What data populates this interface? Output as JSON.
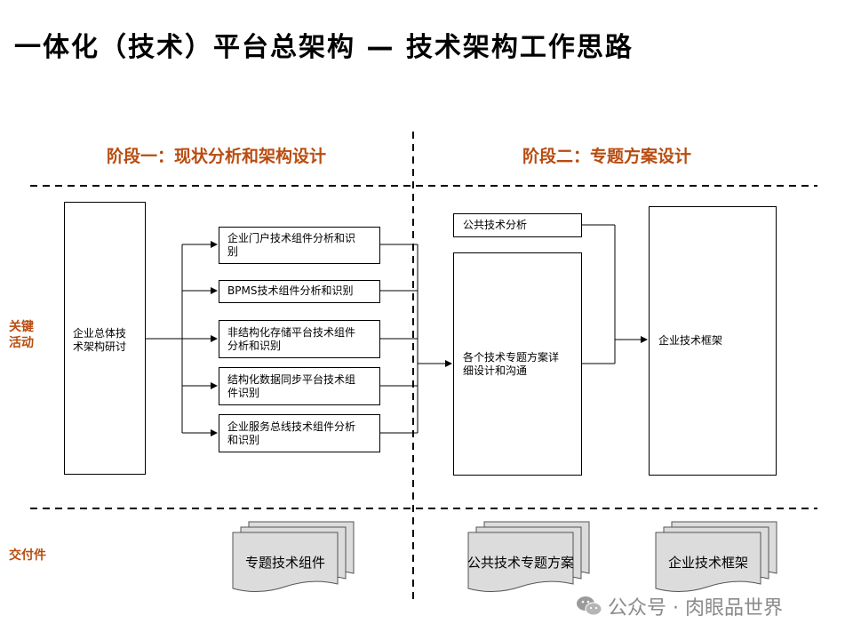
{
  "title": "一体化（技术）平台总架构 — 技术架构工作思路",
  "phases": {
    "phase1": "阶段一：现状分析和架构设计",
    "phase2": "阶段二：专题方案设计"
  },
  "row_labels": {
    "key_activities": [
      "关键",
      "活动"
    ],
    "deliverables": "交付件"
  },
  "boxes": {
    "enterprise_research": [
      "企业总体技",
      "术架构研讨"
    ],
    "portal": [
      "企业门户技术组件分析和识",
      "别"
    ],
    "bpms": [
      "BPMS技术组件分析和识别"
    ],
    "unstructured": [
      "非结构化存储平台技术组件",
      "分析和识别"
    ],
    "structured": [
      "结构化数据同步平台技术组",
      "件识别"
    ],
    "esb": [
      "企业服务总线技术组件分析",
      "和识别"
    ],
    "public_analysis": [
      "公共技术分析"
    ],
    "topic_design": [
      "各个技术专题方案详",
      "细设计和沟通"
    ],
    "framework": [
      "企业技术框架"
    ]
  },
  "deliverables": {
    "d1": "专题技术组件",
    "d2": "公共技术专题方案",
    "d3": "企业技术框架"
  },
  "watermark": "公众号 · 肉眼品世界"
}
